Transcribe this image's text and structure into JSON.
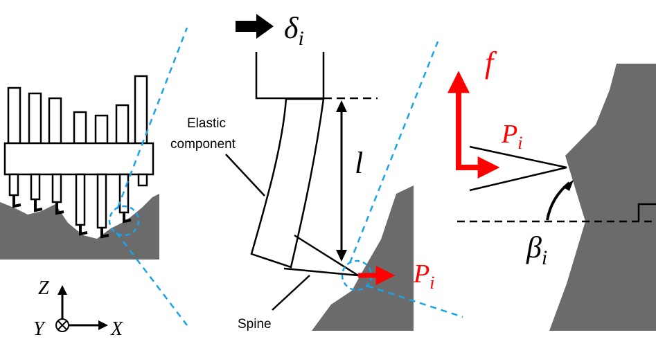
{
  "labels": {
    "delta_main": "δ",
    "delta_sub": "i",
    "length": "l",
    "elastic_line1": "Elastic",
    "elastic_line2": "component",
    "spine": "Spine",
    "p_center_main": "P",
    "p_center_sub": "i",
    "p_right_main": "P",
    "p_right_sub": "i",
    "f": "f",
    "beta_main": "β",
    "beta_sub": "i"
  },
  "axes": {
    "z": "Z",
    "y": "Y",
    "x": "X"
  },
  "colors": {
    "terrain": "#6b6b6b",
    "force": "#ff0000",
    "guide": "#1aa3e8",
    "ink": "#000000"
  }
}
